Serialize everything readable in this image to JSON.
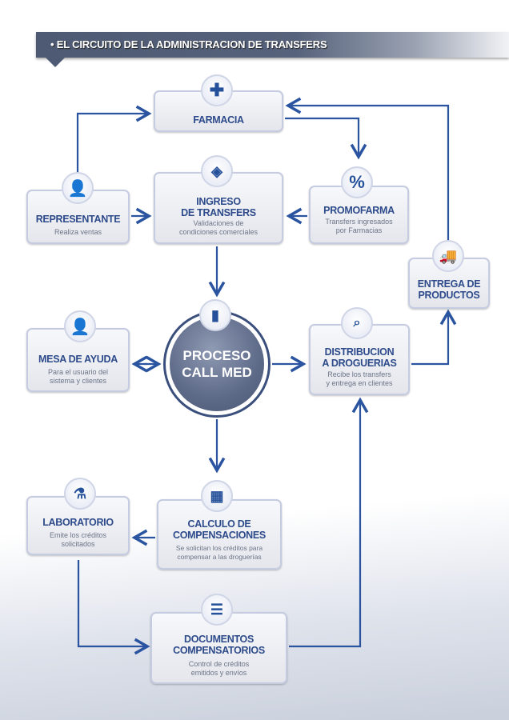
{
  "header": {
    "title": "• EL CIRCUITO DE LA ADMINISTRACION DE TRANSFERS"
  },
  "nodes": {
    "farmacia": {
      "title": "FARMACIA"
    },
    "representante": {
      "title": "REPRESENTANTE",
      "sub": "Realiza ventas"
    },
    "ingreso": {
      "title1": "INGRESO",
      "title2": "DE TRANSFERS",
      "sub1": "Validaciones de",
      "sub2": "condiciones comerciales"
    },
    "promofarma": {
      "title": "PROMOFARMA",
      "sub1": "Transfers ingresados",
      "sub2": "por Farmacias",
      "icon": "%"
    },
    "entrega": {
      "title1": "ENTREGA DE",
      "title2": "PRODUCTOS"
    },
    "mesa": {
      "title": "MESA DE AYUDA",
      "sub1": "Para el usuario del",
      "sub2": "sistema y clientes"
    },
    "proceso": {
      "title1": "PROCESO",
      "title2": "CALL MED"
    },
    "distribucion": {
      "title1": "DISTRIBUCION",
      "title2": "A DROGUERIAS",
      "sub1": "Recibe los transfers",
      "sub2": "y entrega en clientes"
    },
    "laboratorio": {
      "title": "LABORATORIO",
      "sub1": "Emite los créditos",
      "sub2": "solicitados"
    },
    "calculo": {
      "title1": "CALCULO DE",
      "title2": "COMPENSACIONES",
      "sub1": "Se solicitan los créditos para",
      "sub2": "compensar a las droguerías"
    },
    "documentos": {
      "title1": "DOCUMENTOS",
      "title2": "COMPENSATORIOS",
      "sub1": "Control de créditos",
      "sub2": "emitidos y envíos"
    }
  },
  "colors": {
    "arrow": "#2a54a0",
    "title": "#2d4a8a",
    "header": "#4e5a73"
  }
}
